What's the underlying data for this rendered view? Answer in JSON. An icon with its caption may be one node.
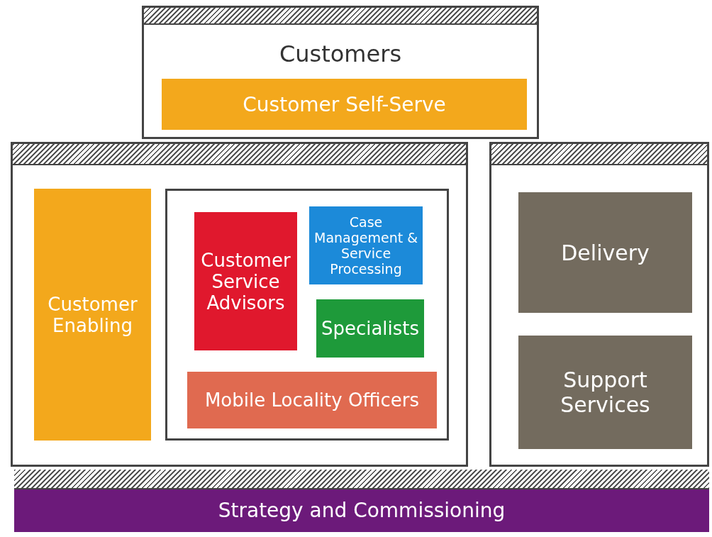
{
  "diagram": {
    "nodes": [
      {
        "text": [
          "Customers"
        ]
      },
      {
        "text": [
          "Customer Self-Serve"
        ],
        "in": 0
      },
      {
        "text": [],
        "shape": "box"
      },
      {
        "text": [
          "Customer Enabling"
        ],
        "in": 2
      },
      {
        "text": [],
        "shape": "box",
        "in": 2
      },
      {
        "text": [
          "Customer Service Advisors"
        ],
        "in": 4
      },
      {
        "text": [
          "Case Management & Service Processing"
        ],
        "in": 4
      },
      {
        "text": [
          "Specialists"
        ],
        "in": 4
      },
      {
        "text": [
          "Mobile Locality Officers"
        ],
        "in": 4
      },
      {
        "text": [],
        "shape": "box"
      },
      {
        "text": [
          "Delivery"
        ],
        "in": 9
      },
      {
        "text": [
          "Support Services"
        ],
        "in": 9
      },
      {
        "text": [
          "Strategy and Commissioning"
        ]
      }
    ],
    "edges": []
  }
}
